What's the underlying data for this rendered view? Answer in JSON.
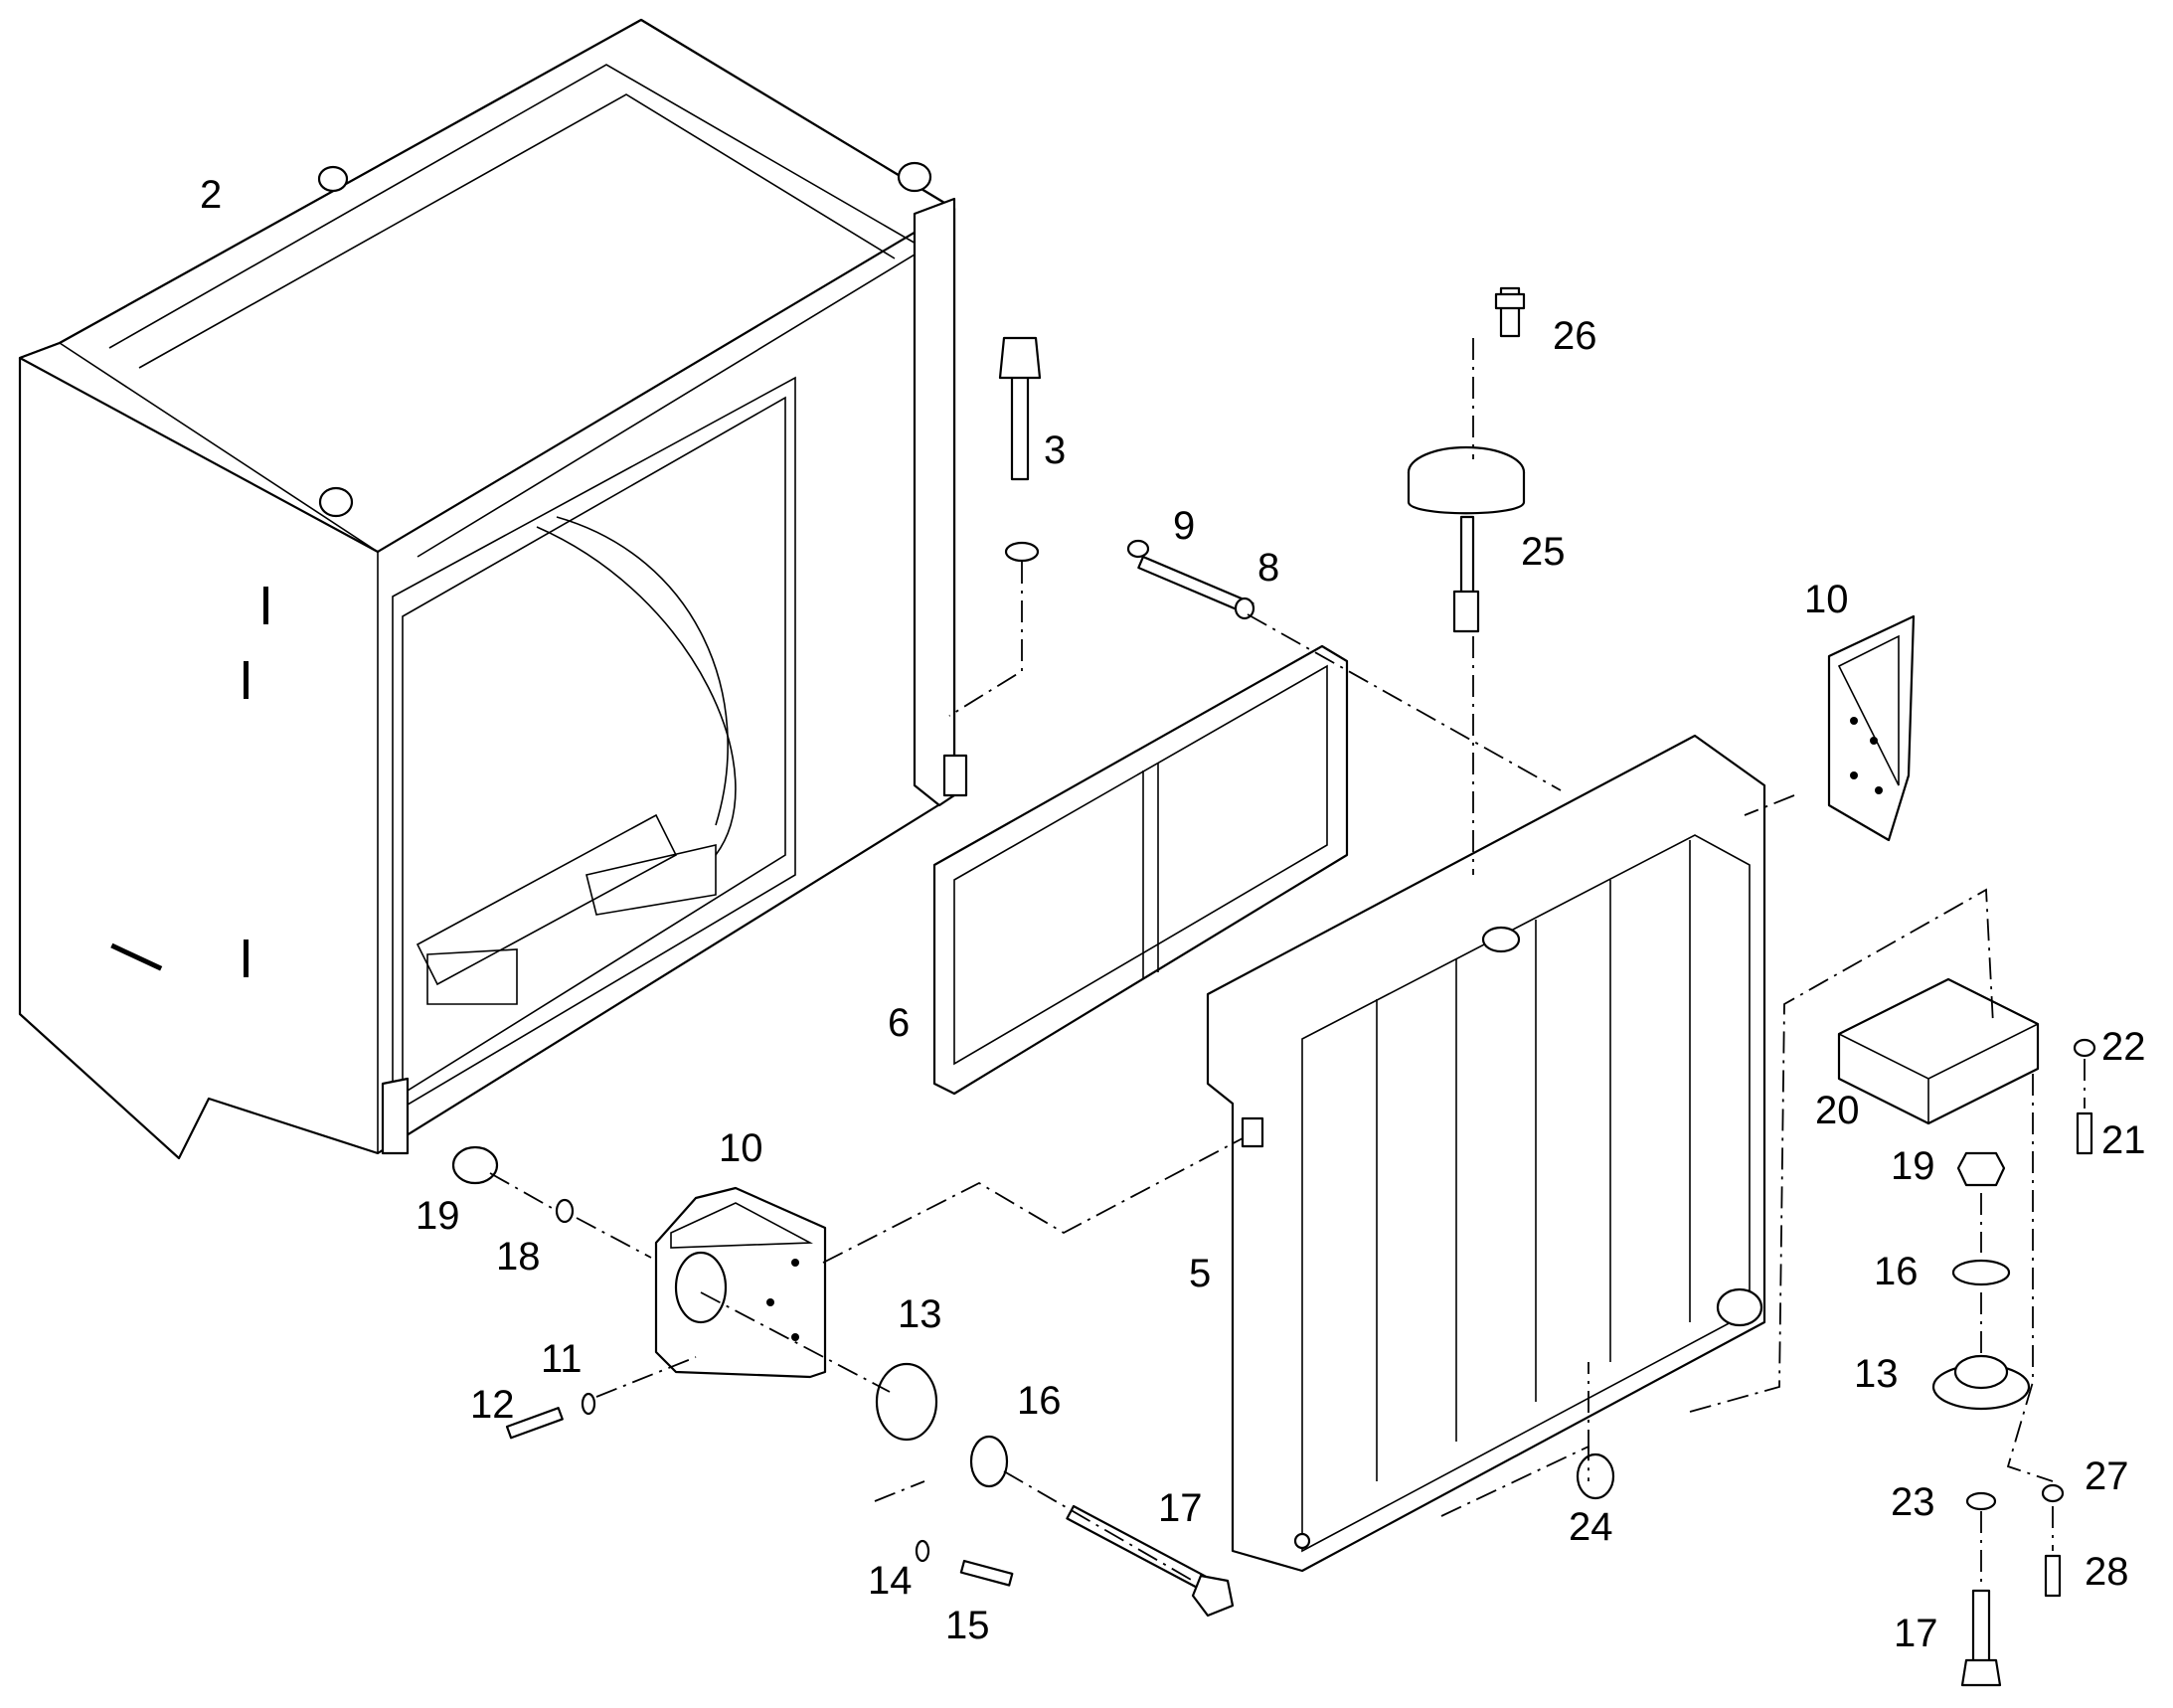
{
  "diagram": {
    "type": "exploded parts view",
    "callouts": [
      "2",
      "3",
      "9",
      "8",
      "26",
      "25",
      "10",
      "6",
      "5",
      "19",
      "18",
      "10",
      "13",
      "16",
      "11",
      "12",
      "14",
      "15",
      "17",
      "24",
      "20",
      "22",
      "21",
      "19",
      "16",
      "13",
      "27",
      "23",
      "28",
      "17"
    ]
  },
  "parts": {
    "p2": "2",
    "p3": "3",
    "p9": "9",
    "p8": "8",
    "p26": "26",
    "p25": "25",
    "p10a": "10",
    "p6": "6",
    "p5": "5",
    "p19a": "19",
    "p18": "18",
    "p10b": "10",
    "p13a": "13",
    "p16a": "16",
    "p11": "11",
    "p12": "12",
    "p14": "14",
    "p15": "15",
    "p17a": "17",
    "p24": "24",
    "p20": "20",
    "p22": "22",
    "p21": "21",
    "p19b": "19",
    "p16b": "16",
    "p13b": "13",
    "p27": "27",
    "p23": "23",
    "p28": "28",
    "p17b": "17"
  }
}
